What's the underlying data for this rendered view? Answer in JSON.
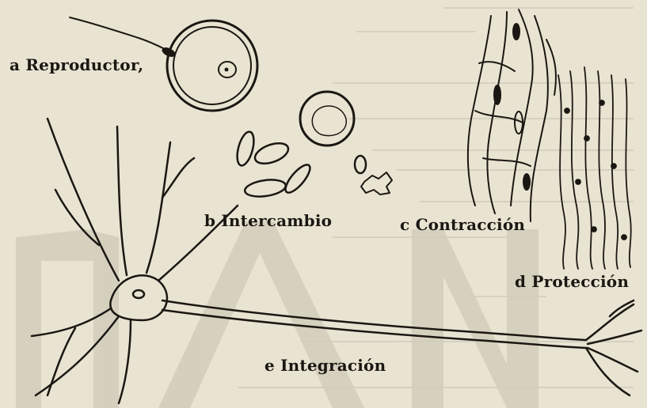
{
  "labels": {
    "a": {
      "letter": "a",
      "name": "Reproductor,"
    },
    "b": {
      "letter": "b",
      "name": "Intercambio"
    },
    "c": {
      "letter": "c",
      "name": "Contracción"
    },
    "d": {
      "letter": "d",
      "name": "Protección"
    },
    "e": {
      "letter": "e",
      "name": "Integración"
    }
  },
  "colors": {
    "paper": "#e9e3d2",
    "ink": "#1b1712",
    "show_through_text": "#9a9486",
    "show_through_letters": "#c9c3b2"
  }
}
